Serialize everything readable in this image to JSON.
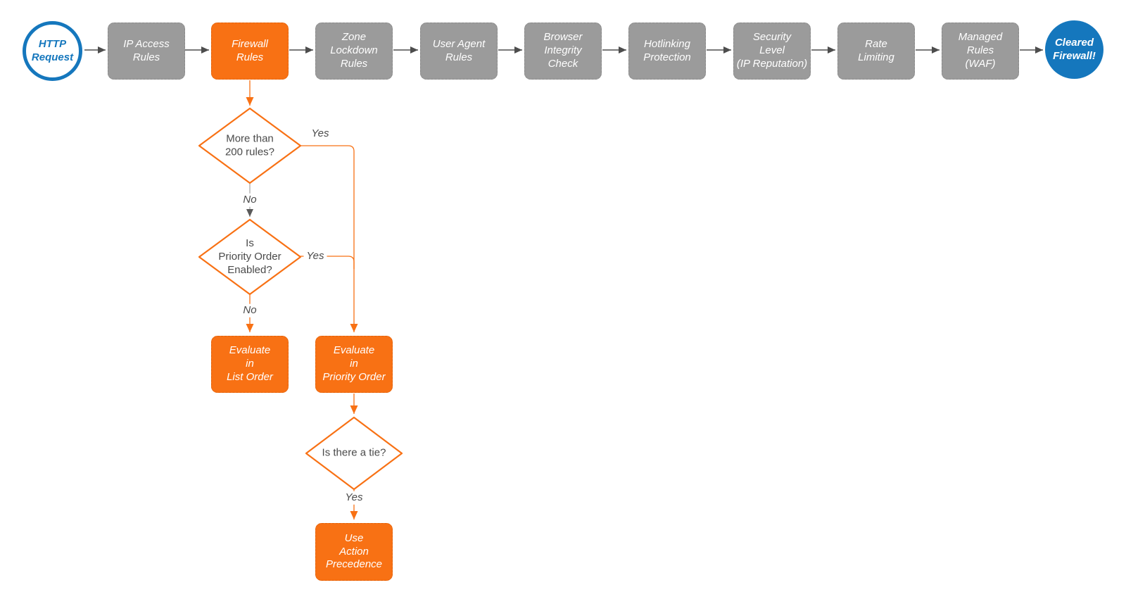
{
  "diagram": {
    "title": "Firewall evaluation flowchart",
    "colors": {
      "accent_orange": "#F87114",
      "accent_blue": "#1577BD",
      "node_gray": "#9B9B9B",
      "connector_dark_gray": "#4D4D4D",
      "node_text_white": "#FFFFFF",
      "label_text_dark": "#4A4A4A",
      "background": "#FFFFFF"
    },
    "start": {
      "label": "HTTP\nRequest"
    },
    "end": {
      "label": "Cleared\nFirewall!"
    },
    "steps": [
      {
        "label": "IP Access\nRules",
        "highlighted": false
      },
      {
        "label": "Firewall\nRules",
        "highlighted": true
      },
      {
        "label": "Zone\nLockdown\nRules",
        "highlighted": false
      },
      {
        "label": "User Agent\nRules",
        "highlighted": false
      },
      {
        "label": "Browser\nIntegrity\nCheck",
        "highlighted": false
      },
      {
        "label": "Hotlinking\nProtection",
        "highlighted": false
      },
      {
        "label": "Security\nLevel\n(IP Reputation)",
        "highlighted": false
      },
      {
        "label": "Rate\nLimiting",
        "highlighted": false
      },
      {
        "label": "Managed\nRules\n(WAF)",
        "highlighted": false
      }
    ],
    "decisions": [
      {
        "label": "More than\n200 rules?",
        "yes_label": "Yes",
        "no_label": "No"
      },
      {
        "label": "Is\nPriority Order\nEnabled?",
        "yes_label": "Yes",
        "no_label": "No"
      },
      {
        "label": "Is there a tie?",
        "yes_label": "Yes"
      }
    ],
    "outcomes": [
      {
        "label": "Evaluate\nin\nList Order"
      },
      {
        "label": "Evaluate\nin\nPriority Order"
      },
      {
        "label": "Use\nAction\nPrecedence"
      }
    ]
  }
}
